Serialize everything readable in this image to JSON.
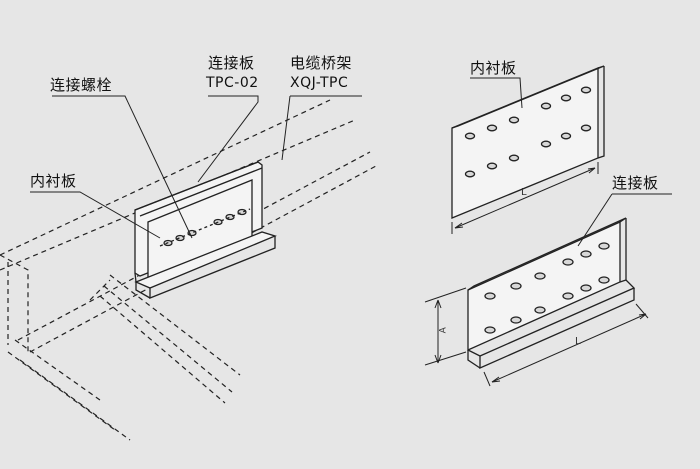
{
  "labels": {
    "lining_plate_left": "内衬板",
    "connecting_bolt": "连接螺栓",
    "connecting_plate_name": "连接板",
    "connecting_plate_code": "TPC-02",
    "cable_tray_name": "电缆桥架",
    "cable_tray_code": "XQJ-TPC",
    "lining_plate_right": "内衬板",
    "connecting_plate_right": "连接板",
    "dim_length_top": "L",
    "dim_length_bottom": "L",
    "dim_height": "A"
  },
  "colors": {
    "background": "#e6e6e6",
    "stroke": "#222222",
    "plate_fill": "#f4f4f4",
    "hole_fill": "#d8d8d8"
  }
}
